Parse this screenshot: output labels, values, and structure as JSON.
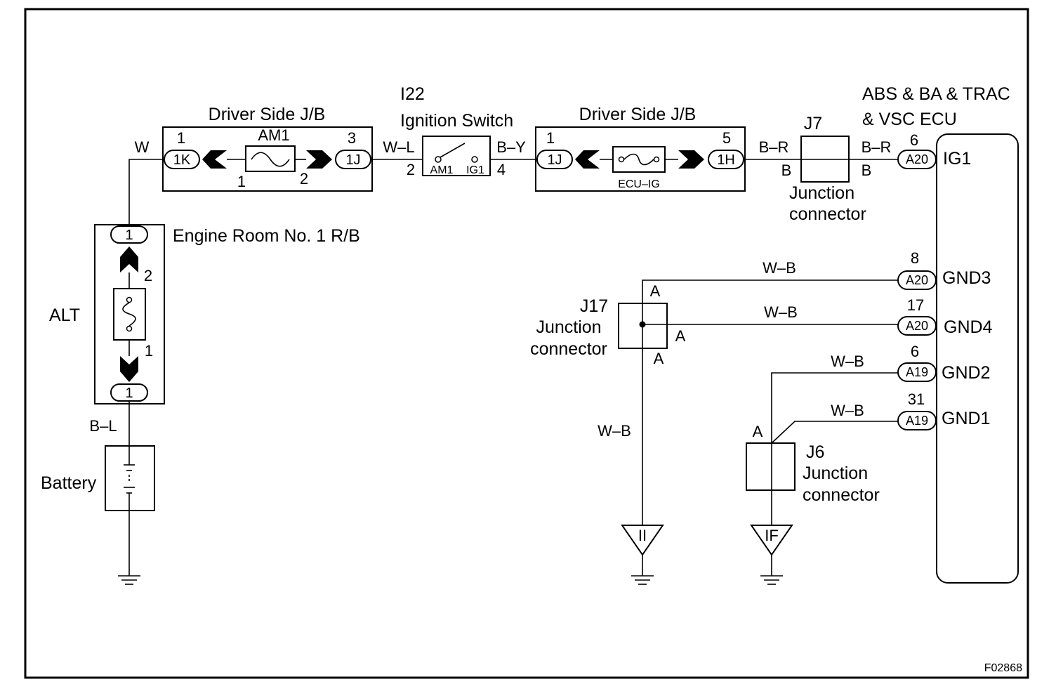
{
  "driver_jb_left": {
    "title": "Driver Side J/B",
    "fuse_name": "AM1",
    "pin_in": "1",
    "pin_out": "3",
    "conn_in": "1K",
    "conn_out": "1J",
    "fuse_pin_a": "1",
    "fuse_pin_b": "2"
  },
  "ignition_switch": {
    "code": "I22",
    "title": "Ignition Switch",
    "pin_in": "2",
    "pin_out": "4",
    "contact_in": "AM1",
    "contact_out": "IG1"
  },
  "driver_jb_right": {
    "title": "Driver Side J/B",
    "fuse_name": "ECU–IG",
    "pin_in": "1",
    "pin_out": "5",
    "conn_in": "1J",
    "conn_out": "1H"
  },
  "j7": {
    "code": "J7",
    "title_line1": "Junction",
    "title_line2": "connector",
    "pin_in": "B",
    "pin_out": "B"
  },
  "ecu": {
    "title_line1": "ABS & BA & TRAC",
    "title_line2": "& VSC ECU",
    "terminals": [
      {
        "pin": "6",
        "connector": "A20",
        "name": "IG1"
      },
      {
        "pin": "8",
        "connector": "A20",
        "name": "GND3"
      },
      {
        "pin": "17",
        "connector": "A20",
        "name": "GND4"
      },
      {
        "pin": "6",
        "connector": "A19",
        "name": "GND2"
      },
      {
        "pin": "31",
        "connector": "A19",
        "name": "GND1"
      }
    ]
  },
  "engine_room_rb": {
    "title": "Engine Room No. 1 R/B",
    "fuse_name": "ALT",
    "conn_top": "1",
    "conn_bottom": "1",
    "pin_top": "2",
    "pin_bottom": "1"
  },
  "battery": {
    "label": "Battery"
  },
  "j17": {
    "code": "J17",
    "title_line1": "Junction",
    "title_line2": "connector",
    "pin_top": "A",
    "pin_right": "A",
    "pin_bottom": "A"
  },
  "j6": {
    "code": "J6",
    "title_line1": "Junction",
    "title_line2": "connector",
    "pin_top": "A"
  },
  "wires": {
    "w1": "W",
    "w2": "W–L",
    "w3": "B–Y",
    "w4": "B–R",
    "w5": "B–R",
    "w6": "B–L",
    "gnd3": "W–B",
    "gnd4": "W–B",
    "gnd2": "W–B",
    "gnd1": "W–B",
    "j17_down": "W–B"
  },
  "grounds": {
    "g1": "II",
    "g2": "IF"
  },
  "figure_code": "F02868"
}
